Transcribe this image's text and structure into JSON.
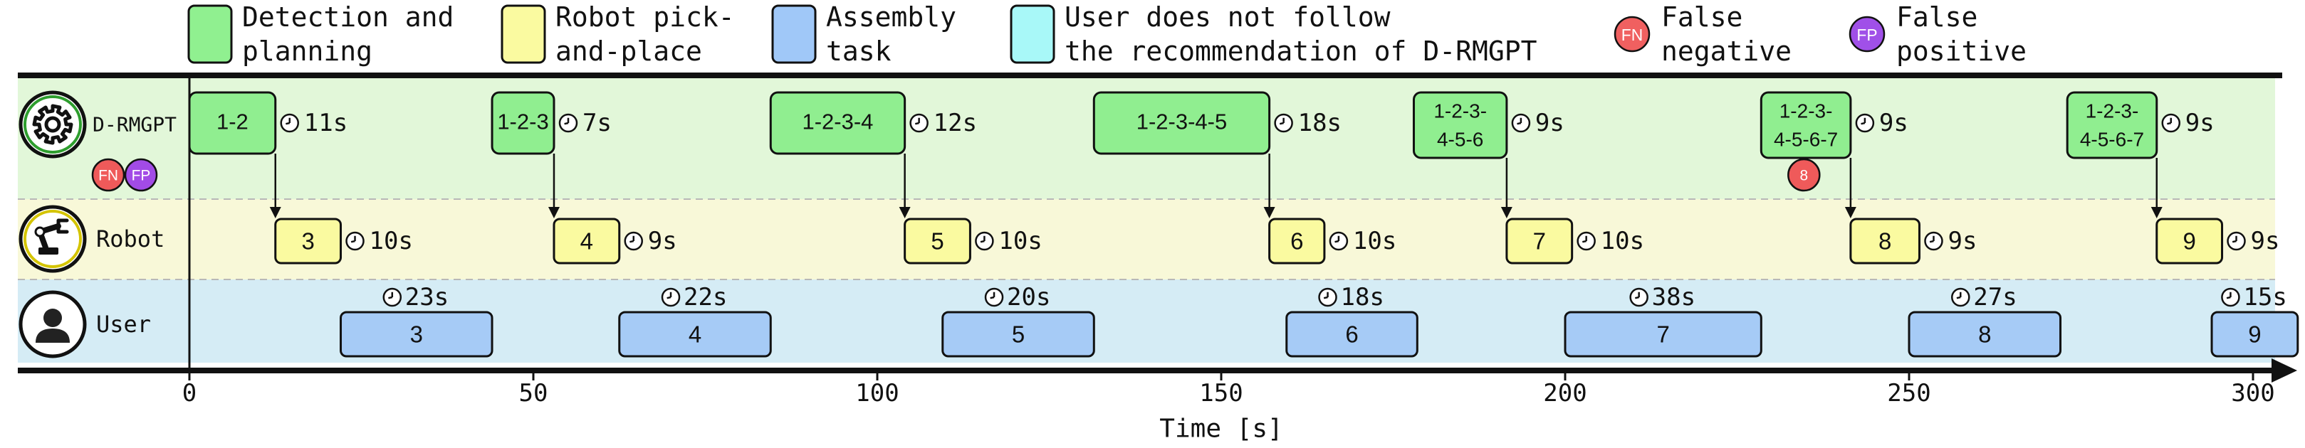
{
  "legend": [
    {
      "label_lines": [
        "Detection and",
        "planning"
      ],
      "color": "#90f090",
      "kind": "box"
    },
    {
      "label_lines": [
        "Robot pick-",
        "and-place"
      ],
      "color": "#fafaa0",
      "kind": "box"
    },
    {
      "label_lines": [
        "Assembly",
        "task"
      ],
      "color": "#a0c8f8",
      "kind": "box"
    },
    {
      "label_lines": [
        "User does not follow",
        "the recommendation of D-RMGPT"
      ],
      "color": "#a8f8f8",
      "kind": "box"
    },
    {
      "label_lines": [
        "False",
        "negative"
      ],
      "badge": "FN",
      "color": "#f06060",
      "kind": "circle"
    },
    {
      "label_lines": [
        "False",
        "positive"
      ],
      "badge": "FP",
      "color": "#a050e8",
      "kind": "circle"
    }
  ],
  "lanes": [
    {
      "label": "D-RMGPT",
      "icon": "gear-icon",
      "color": "#e2f7d9",
      "badges": [
        "FN",
        "FP"
      ]
    },
    {
      "label": "Robot",
      "icon": "robot-arm-icon",
      "color": "#f8f8d8"
    },
    {
      "label": "User",
      "icon": "user-icon",
      "color": "#d5ecf5"
    }
  ],
  "axis": {
    "label": "Time [s]",
    "ticks": [
      0,
      50,
      100,
      150,
      200,
      250,
      300
    ],
    "max": 305
  },
  "planning": [
    {
      "lines": [
        "1-2"
      ],
      "start": 0,
      "end": 12.5,
      "duration": "11s"
    },
    {
      "lines": [
        "1-2-3"
      ],
      "start": 44,
      "end": 53,
      "duration": "7s"
    },
    {
      "lines": [
        "1-2-3-4"
      ],
      "start": 84.5,
      "end": 104,
      "duration": "12s"
    },
    {
      "lines": [
        "1-2-3-4-5"
      ],
      "start": 131.5,
      "end": 157,
      "duration": "18s"
    },
    {
      "lines": [
        "1-2-3-",
        "4-5-6"
      ],
      "start": 178,
      "end": 191.5,
      "duration": "9s"
    },
    {
      "lines": [
        "1-2-3-",
        "4-5-6-7"
      ],
      "start": 228.5,
      "end": 241.5,
      "duration": "9s",
      "flag": "8"
    },
    {
      "lines": [
        "1-2-3-",
        "4-5-6-7"
      ],
      "start": 273,
      "end": 286,
      "duration": "9s"
    }
  ],
  "robot": [
    {
      "label": "3",
      "start": 12.5,
      "end": 22,
      "duration": "10s"
    },
    {
      "label": "4",
      "start": 53,
      "end": 62.5,
      "duration": "9s"
    },
    {
      "label": "5",
      "start": 104,
      "end": 113.5,
      "duration": "10s"
    },
    {
      "label": "6",
      "start": 157,
      "end": 165,
      "duration": "10s"
    },
    {
      "label": "7",
      "start": 191.5,
      "end": 201,
      "duration": "10s"
    },
    {
      "label": "8",
      "start": 241.5,
      "end": 251.5,
      "duration": "9s"
    },
    {
      "label": "9",
      "start": 286,
      "end": 295.5,
      "duration": "9s"
    }
  ],
  "user": [
    {
      "label": "3",
      "start": 22,
      "end": 44,
      "duration": "23s"
    },
    {
      "label": "4",
      "start": 62.5,
      "end": 84.5,
      "duration": "22s"
    },
    {
      "label": "5",
      "start": 109.5,
      "end": 131.5,
      "duration": "20s"
    },
    {
      "label": "6",
      "start": 159.5,
      "end": 178.5,
      "duration": "18s"
    },
    {
      "label": "7",
      "start": 200,
      "end": 228.5,
      "duration": "38s"
    },
    {
      "label": "8",
      "start": 250,
      "end": 272,
      "duration": "27s"
    },
    {
      "label": "9",
      "start": 294,
      "end": 306.5,
      "duration": "15s"
    }
  ]
}
